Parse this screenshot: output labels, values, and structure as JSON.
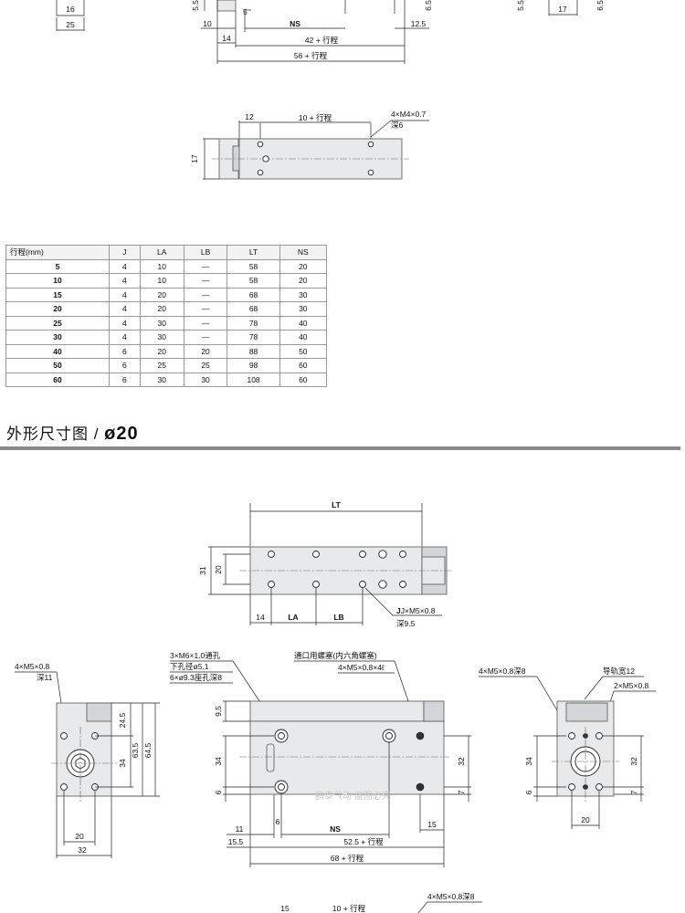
{
  "top_drawing": {
    "dims": [
      "16",
      "25",
      "5.5",
      "10",
      "5",
      "NS",
      "14",
      "12.5",
      "42 + 行程",
      "56 + 行程",
      "6.5",
      "5.5",
      "17",
      "6.5"
    ]
  },
  "plan_view_small": {
    "dims": [
      "12",
      "10 + 行程",
      "17"
    ],
    "callout": [
      "4×M4×0.7",
      "深6"
    ]
  },
  "spec_table": {
    "headers": [
      "行程(mm)",
      "J",
      "LA",
      "LB",
      "LT",
      "NS"
    ],
    "rows": [
      [
        "5",
        "4",
        "10",
        "—",
        "58",
        "20"
      ],
      [
        "10",
        "4",
        "10",
        "—",
        "58",
        "20"
      ],
      [
        "15",
        "4",
        "20",
        "—",
        "68",
        "30"
      ],
      [
        "20",
        "4",
        "20",
        "—",
        "68",
        "30"
      ],
      [
        "25",
        "4",
        "30",
        "—",
        "78",
        "40"
      ],
      [
        "30",
        "4",
        "30",
        "—",
        "78",
        "40"
      ],
      [
        "40",
        "6",
        "20",
        "20",
        "88",
        "50"
      ],
      [
        "50",
        "6",
        "25",
        "25",
        "98",
        "60"
      ],
      [
        "60",
        "6",
        "30",
        "30",
        "108",
        "60"
      ]
    ]
  },
  "section": {
    "title": "外形尺寸图 / ",
    "size": "ø20"
  },
  "top_view": {
    "dims": [
      "LT",
      "31",
      "20",
      "14",
      "LA",
      "LB"
    ],
    "callout": [
      "J×M5×0.8",
      "深9.5"
    ]
  },
  "left_view": {
    "callout": [
      "4×M5×0.8",
      "深11"
    ],
    "dims": [
      "24.5",
      "34",
      "63.5",
      "64.5",
      "20",
      "32"
    ]
  },
  "front_view": {
    "callout_left": [
      "3×M6×1.0通孔",
      "下孔径ø5.1",
      "6×ø9.3座孔深8"
    ],
    "callout_right": [
      "通口用螺塞(内六角螺塞)",
      "4×M5×0.8×4ℓ"
    ],
    "dims": [
      "9.5",
      "34",
      "6",
      "32",
      "7",
      "11",
      "6",
      "NS",
      "15",
      "15.5",
      "52.5 + 行程",
      "68 + 行程"
    ]
  },
  "right_view": {
    "callout_left": [
      "4×M5×0.8深8"
    ],
    "callout_right": [
      "导轨宽12",
      "2×M5×0.8"
    ],
    "dims": [
      "34",
      "6",
      "32",
      "7",
      "20"
    ]
  },
  "bottom_partial": {
    "dims": [
      "15",
      "10 + 行程"
    ],
    "callout": [
      "4×M5×0.8深8"
    ]
  },
  "watermark": "鹏泰气动 盗图必究"
}
